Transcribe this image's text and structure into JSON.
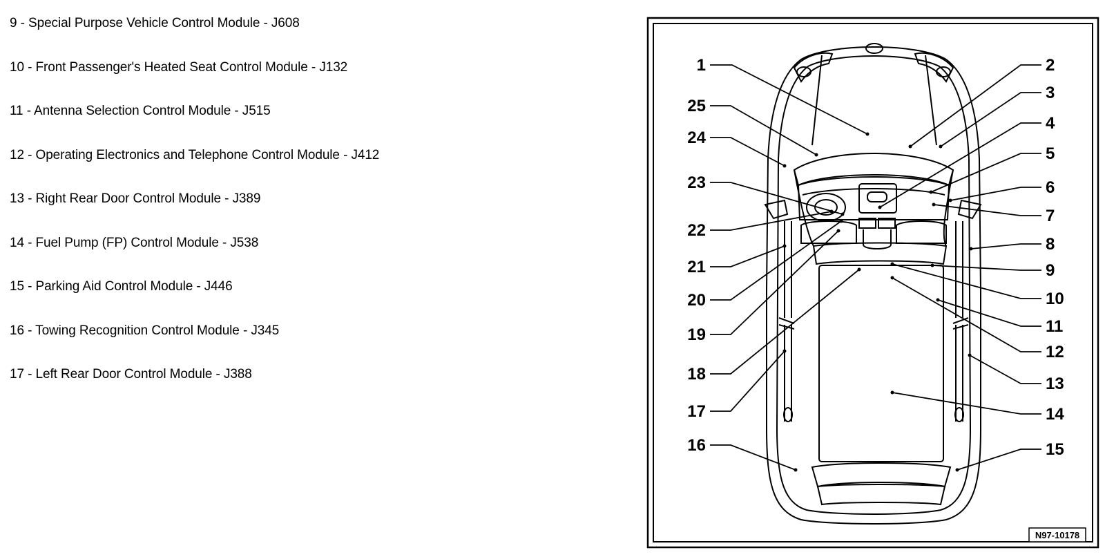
{
  "module_list": [
    "9 - Special Purpose Vehicle Control Module - J608",
    "10 - Front Passenger's Heated Seat Control Module - J132",
    "11 - Antenna Selection Control Module - J515",
    "12 - Operating Electronics and Telephone Control Module - J412",
    "13 - Right Rear Door Control Module - J389",
    "14 - Fuel Pump (FP) Control Module - J538",
    "15 - Parking Aid Control Module - J446",
    "16 - Towing Recognition Control Module - J345",
    "17 - Left Rear Door Control Module - J388"
  ],
  "diagram": {
    "reference_code": "N97-10178",
    "callouts_left": [
      "1",
      "25",
      "24",
      "23",
      "22",
      "21",
      "20",
      "19",
      "18",
      "17",
      "16"
    ],
    "callouts_right": [
      "2",
      "3",
      "4",
      "5",
      "6",
      "7",
      "8",
      "9",
      "10",
      "11",
      "12",
      "13",
      "14",
      "15"
    ]
  }
}
